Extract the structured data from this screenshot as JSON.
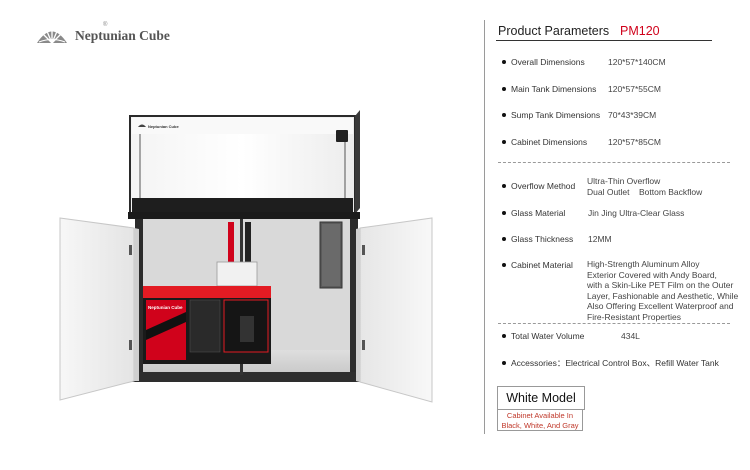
{
  "brand": {
    "name": "Neptunian Cube",
    "registered": "®",
    "tank_label": "Neptunian Cube",
    "sump_label": "Neptunian Cube"
  },
  "header": {
    "title": "Product Parameters",
    "model": "PM120"
  },
  "params": [
    {
      "label": "Overall Dimensions",
      "value": "120*57*140CM"
    },
    {
      "label": "Main Tank Dimensions",
      "value": "120*57*55CM"
    },
    {
      "label": "Sump Tank Dimensions",
      "value": "70*43*39CM"
    },
    {
      "label": "Cabinet Dimensions",
      "value": "120*57*85CM"
    }
  ],
  "overflow": {
    "label": "Overflow Method",
    "line1": "Ultra-Thin Overflow",
    "line2": "Dual Outlet    Bottom Backflow"
  },
  "glass_material": {
    "label": "Glass Material",
    "value": "Jin Jing Ultra-Clear Glass"
  },
  "glass_thickness": {
    "label": "Glass Thickness",
    "value": "12MM"
  },
  "cabinet_material": {
    "label": "Cabinet Material",
    "lines": [
      "High-Strength Aluminum Alloy",
      "Exterior Covered with Andy Board,",
      "with a Skin-Like PET Film on the Outer",
      "Layer, Fashionable and Aesthetic, While",
      "Also Offering Excellent Waterproof and",
      "Fire-Resistant Properties"
    ]
  },
  "water_volume": {
    "label": "Total Water Volume",
    "value": "434L"
  },
  "accessories": {
    "text": "Accessories：Electrical Control Box、Refill Water Tank"
  },
  "white_model": {
    "title": "White Model",
    "note_line1": "Cabinet Available In",
    "note_line2": "Black, White, And Gray"
  },
  "colors": {
    "accent_red": "#d0021b",
    "sump_red": "#e31b23",
    "cabinet_frame": "#2b2b2b"
  }
}
